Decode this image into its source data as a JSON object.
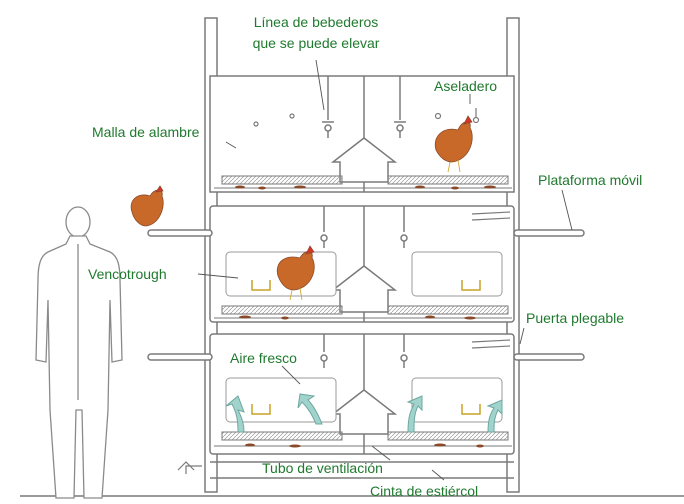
{
  "labels": {
    "linea_bebederos_1": "Línea de bebederos",
    "linea_bebederos_2": "que se puede elevar",
    "aseladero": "Aseladero",
    "malla": "Malla de alambre",
    "plataforma": "Plataforma móvil",
    "vencotrough": "Vencotrough",
    "puerta": "Puerta plegable",
    "aire": "Aire fresco",
    "tubo": "Tubo de ventilación",
    "cinta": "Cinta de estiércol"
  },
  "colors": {
    "label_text": "#1f7a2e",
    "outline": "#7a7a7a",
    "hen_body": "#c8692a",
    "hen_comb": "#d8322a",
    "air_arrow": "#9fd3cc",
    "manure": "#8a4a2a"
  }
}
